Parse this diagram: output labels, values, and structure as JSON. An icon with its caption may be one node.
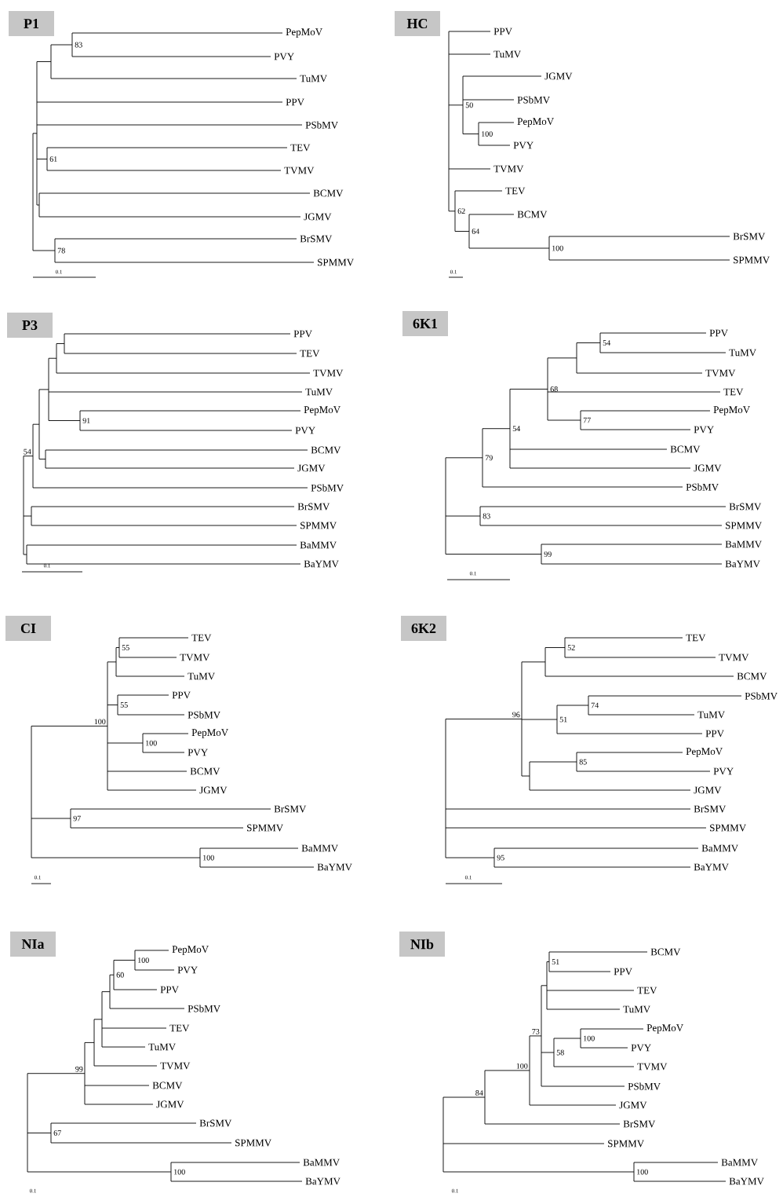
{
  "diagram": {
    "nodes": [
      {
        "text": [
          "P1"
        ]
      },
      {
        "text": [
          "HC"
        ]
      },
      {
        "text": [
          "P3"
        ]
      },
      {
        "text": [
          "6K1"
        ]
      },
      {
        "text": [
          "CI"
        ]
      },
      {
        "text": [
          "6K2"
        ]
      },
      {
        "text": [
          "NIa"
        ]
      },
      {
        "text": [
          "NIb"
        ]
      }
    ],
    "labels": [
      "PepMoV",
      "PVY",
      "TuMV",
      "PPV",
      "PSbMV",
      "TEV",
      "TVMV",
      "BCMV",
      "JGMV",
      "BrSMV",
      "SPMMV",
      "83",
      "61",
      "78",
      "0.1",
      "PPV",
      "TuMV",
      "JGMV",
      "PSbMV",
      "PepMoV",
      "PVY",
      "TVMV",
      "TEV",
      "BCMV",
      "BrSMV",
      "SPMMV",
      "50",
      "100",
      "62",
      "64",
      "100",
      "0.1",
      "PPV",
      "TEV",
      "TVMV",
      "TuMV",
      "PepMoV",
      "PVY",
      "BCMV",
      "JGMV",
      "PSbMV",
      "BrSMV",
      "SPMMV",
      "BaMMV",
      "BaYMV",
      "54",
      "91",
      "0.1",
      "PPV",
      "TuMV",
      "TVMV",
      "TEV",
      "PepMoV",
      "PVY",
      "BCMV",
      "JGMV",
      "PSbMV",
      "BrSMV",
      "SPMMV",
      "BaMMV",
      "BaYMV",
      "79",
      "54",
      "68",
      "54",
      "77",
      "83",
      "99",
      "0.1",
      "TEV",
      "TVMV",
      "TuMV",
      "PPV",
      "PSbMV",
      "PepMoV",
      "PVY",
      "BCMV",
      "JGMV",
      "BrSMV",
      "SPMMV",
      "BaMMV",
      "BaYMV",
      "100",
      "55",
      "55",
      "100",
      "97",
      "100",
      "0.1",
      "TEV",
      "TVMV",
      "BCMV",
      "PSbMV",
      "TuMV",
      "PPV",
      "PepMoV",
      "PVY",
      "JGMV",
      "BrSMV",
      "SPMMV",
      "BaMMV",
      "BaYMV",
      "96",
      "52",
      "51",
      "74",
      "85",
      "95",
      "0.1",
      "PepMoV",
      "PVY",
      "PPV",
      "PSbMV",
      "TEV",
      "TuMV",
      "TVMV",
      "BCMV",
      "JGMV",
      "BrSMV",
      "SPMMV",
      "BaMMV",
      "BaYMV",
      "99",
      "60",
      "100",
      "67",
      "100",
      "0.1",
      "BCMV",
      "PPV",
      "TEV",
      "TuMV",
      "PepMoV",
      "PVY",
      "TVMV",
      "PSbMV",
      "JGMV",
      "BrSMV",
      "SPMMV",
      "BaMMV",
      "BaYMV",
      "84",
      "100",
      "73",
      "51",
      "58",
      "100",
      "100",
      "0.1"
    ]
  }
}
